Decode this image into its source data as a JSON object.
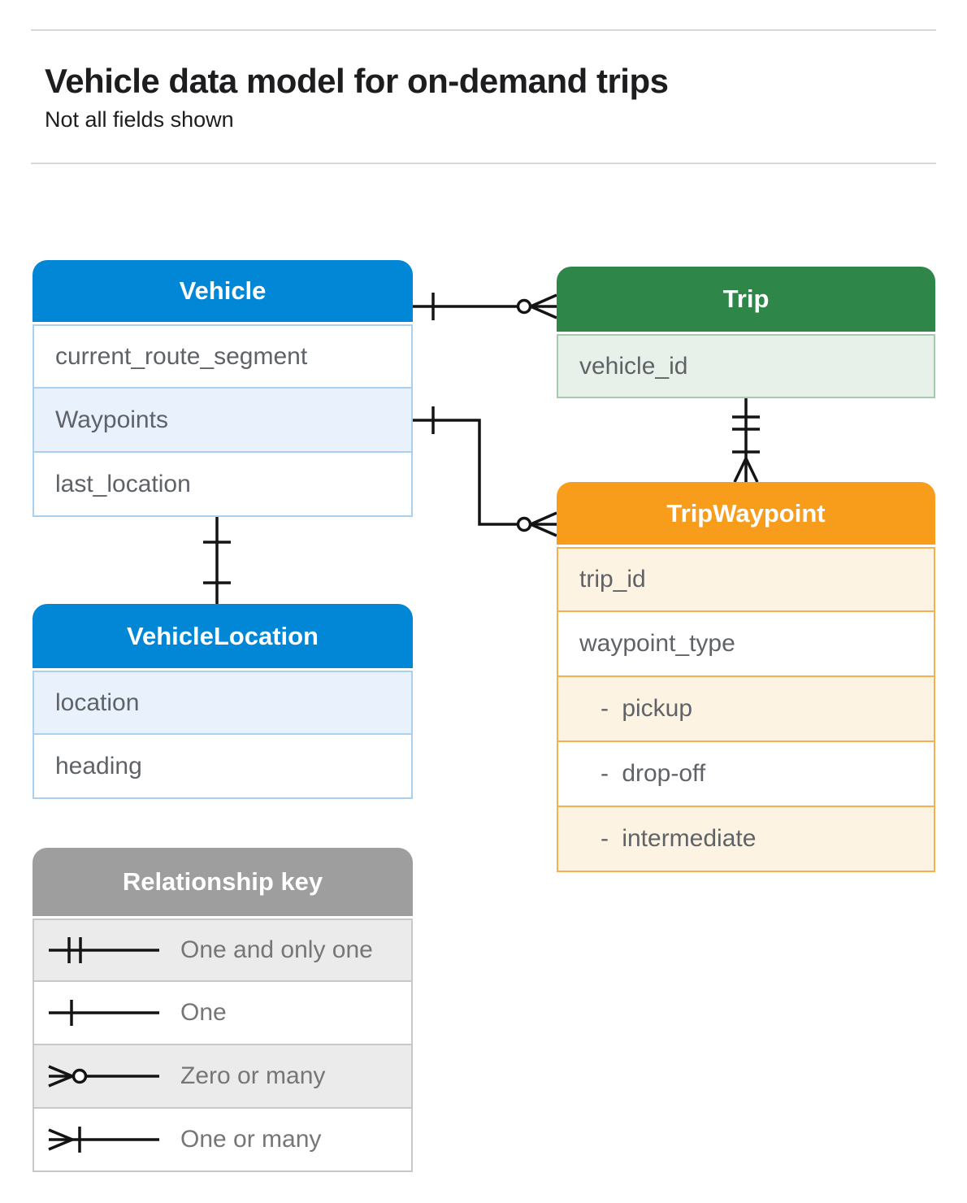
{
  "page": {
    "title": "Vehicle data model for on-demand trips",
    "subtitle": "Not all fields shown"
  },
  "colors": {
    "blue_header": "#0287d6",
    "blue_tint": "#e8f1fc",
    "blue_border": "#abd0ee",
    "green_header": "#2e8748",
    "green_tint": "#e7f1e9",
    "green_border": "#a5cbaf",
    "orange_header": "#f89c1c",
    "orange_tint": "#fdf3e2",
    "orange_border": "#f6b04d",
    "gray_header": "#9e9e9e",
    "gray_tint": "#ebebeb",
    "field_text": "#5f6368",
    "legend_text": "#767676",
    "connector": "#141414"
  },
  "entities": [
    {
      "title": "Vehicle",
      "theme": "blue",
      "fields": [
        {
          "label": "current_route_segment"
        },
        {
          "label": "Waypoints"
        },
        {
          "label": "last_location"
        }
      ]
    },
    {
      "title": "Trip",
      "theme": "green",
      "fields": [
        {
          "label": "vehicle_id"
        }
      ]
    },
    {
      "title": "TripWaypoint",
      "theme": "orange",
      "fields": [
        {
          "label": "trip_id"
        },
        {
          "label": "waypoint_type"
        },
        {
          "label": "- pickup"
        },
        {
          "label": "- drop-off"
        },
        {
          "label": "- intermediate"
        }
      ]
    },
    {
      "title": "VehicleLocation",
      "theme": "blue",
      "fields": [
        {
          "label": "location"
        },
        {
          "label": "heading"
        }
      ]
    }
  ],
  "legend": {
    "title": "Relationship key",
    "items": [
      {
        "symbol": "one-and-only-one",
        "label": "One and only one"
      },
      {
        "symbol": "one",
        "label": "One"
      },
      {
        "symbol": "zero-or-many",
        "label": "Zero or many"
      },
      {
        "symbol": "one-or-many",
        "label": "One or many"
      }
    ]
  },
  "relationships": [
    {
      "from": "Vehicle",
      "to": "Trip",
      "from_cardinality": "one",
      "to_cardinality": "zero-or-many"
    },
    {
      "from": "Vehicle.Waypoints",
      "to": "TripWaypoint",
      "from_cardinality": "one",
      "to_cardinality": "zero-or-many"
    },
    {
      "from": "Trip",
      "to": "TripWaypoint",
      "from_cardinality": "one-and-only-one",
      "to_cardinality": "one-or-many"
    },
    {
      "from": "Vehicle",
      "to": "VehicleLocation",
      "from_cardinality": "one",
      "to_cardinality": "one"
    }
  ]
}
